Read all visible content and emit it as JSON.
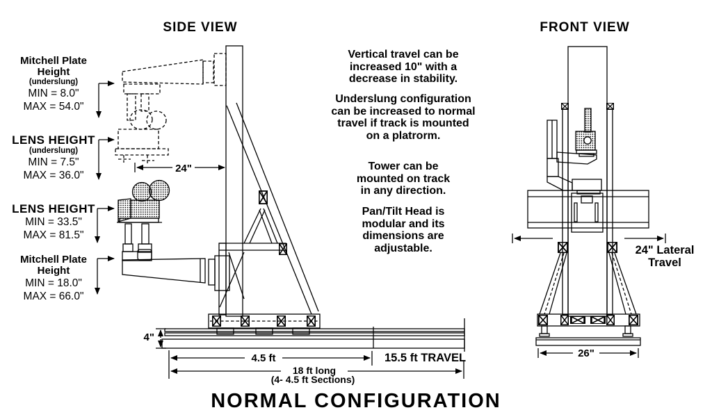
{
  "titles": {
    "side": "SIDE VIEW",
    "front": "FRONT VIEW",
    "footer": "NORMAL CONFIGURATION"
  },
  "spec_labels": [
    {
      "heading": "Mitchell Plate\nHeight",
      "sub": "(underslung)",
      "min": "MIN = 8.0\"",
      "max": "MAX = 54.0\""
    },
    {
      "heading": "LENS HEIGHT",
      "sub": "(underslung)",
      "min": "MIN = 7.5\"",
      "max": "MAX = 36.0\""
    },
    {
      "heading": "LENS HEIGHT",
      "min": "MIN = 33.5\"",
      "max": "MAX = 81.5\""
    },
    {
      "heading": "Mitchell Plate\nHeight",
      "min": "MIN = 18.0\"",
      "max": "MAX = 66.0\""
    }
  ],
  "notes": [
    "Vertical travel can be\nincreased 10\" with a\ndecrease in stability.",
    "Underslung configuration\ncan be increased to normal\ntravel if track is mounted\non a platrorm.",
    "Tower can be\nmounted on track\nin any direction.",
    "Pan/Tilt Head is\nmodular and its\ndimensions are\nadjustable."
  ],
  "dimensions": {
    "arm_offset": "24\"",
    "track_height": "4\"",
    "section": "4.5 ft",
    "travel": "15.5 ft TRAVEL",
    "track_length": "18 ft long",
    "track_sections": "(4- 4.5 ft Sections)",
    "lateral_travel": "24\" Lateral\nTravel",
    "base_width": "26\""
  },
  "colors": {
    "ink": "#000000",
    "background": "#ffffff"
  }
}
